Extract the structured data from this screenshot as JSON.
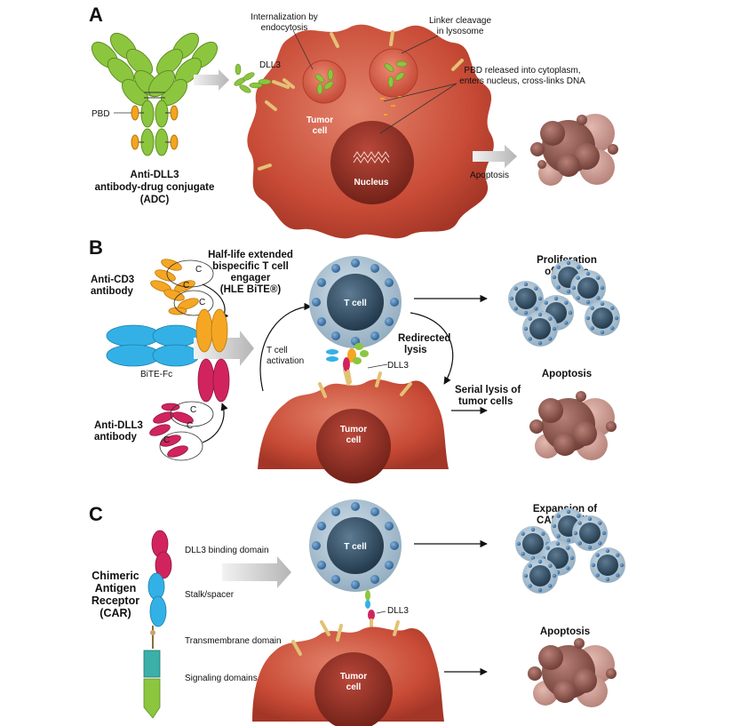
{
  "panels": {
    "a": {
      "letter": "A",
      "adc_title_1": "Anti-DLL3",
      "adc_title_2": "antibody-drug conjugate",
      "adc_title_3": "(ADC)",
      "pbd_label": "PBD",
      "dll3_label": "DLL3",
      "internalization_1": "Internalization by",
      "internalization_2": "endocytosis",
      "linker_1": "Linker cleavage",
      "linker_2": "in lysosome",
      "pbd_release_1": "PBD released into cytoplasm,",
      "pbd_release_2": "enters nucleus, cross-links DNA",
      "tumor_cell_1": "Tumor",
      "tumor_cell_2": "cell",
      "nucleus": "Nucleus",
      "apoptosis": "Apoptosis"
    },
    "b": {
      "letter": "B",
      "hle_1": "Half-life extended",
      "hle_2": "bispecific T cell",
      "hle_3": "engager",
      "hle_4": "(HLE BiTE®)",
      "anti_cd3_1": "Anti-CD3",
      "anti_cd3_2": "antibody",
      "anti_dll3_1": "Anti-DLL3",
      "anti_dll3_2": "antibody",
      "bite_fc": "BiTE-Fc",
      "t_cell": "T cell",
      "t_cell_activation_1": "T cell",
      "t_cell_activation_2": "activation",
      "redirected_1": "Redirected",
      "redirected_2": "lysis",
      "dll3_label": "DLL3",
      "tumor_cell_1": "Tumor",
      "tumor_cell_2": "cell",
      "proliferation_1": "Proliferation",
      "proliferation_2": "of T cells",
      "apoptosis": "Apoptosis",
      "serial_1": "Serial lysis of",
      "serial_2": "tumor cells",
      "ch_labels": [
        "C",
        "C",
        "C",
        "C",
        "C",
        "C"
      ]
    },
    "c": {
      "letter": "C",
      "car_1": "Chimeric",
      "car_2": "Antigen",
      "car_3": "Receptor",
      "car_4": "(CAR)",
      "dll3_binding": "DLL3 binding domain",
      "stalk": "Stalk/spacer",
      "transmembrane": "Transmembrane domain",
      "signaling": "Signaling domains",
      "t_cell": "T cell",
      "dll3_label": "DLL3",
      "tumor_cell_1": "Tumor",
      "tumor_cell_2": "cell",
      "expansion_1": "Expansion of",
      "expansion_2": "CAR T cells",
      "apoptosis": "Apoptosis"
    }
  },
  "colors": {
    "tumor": "#c24a36",
    "tumor_light": "#e07a63",
    "nucleus": "#8e2d21",
    "tcell_halo": "#a9bfcf",
    "tcell_core": "#2e4a60",
    "tcell_dots": "#3f6e9c",
    "adc_green": "#8cc63f",
    "pbd_orange": "#f2a51e",
    "cd3_orange": "#f5a623",
    "bite_blue": "#33b1e6",
    "dll3_magenta": "#d1245e",
    "car_teal": "#3ab0a8",
    "apoptotic": "#8b5048",
    "receptor_tan": "#e3c175"
  }
}
